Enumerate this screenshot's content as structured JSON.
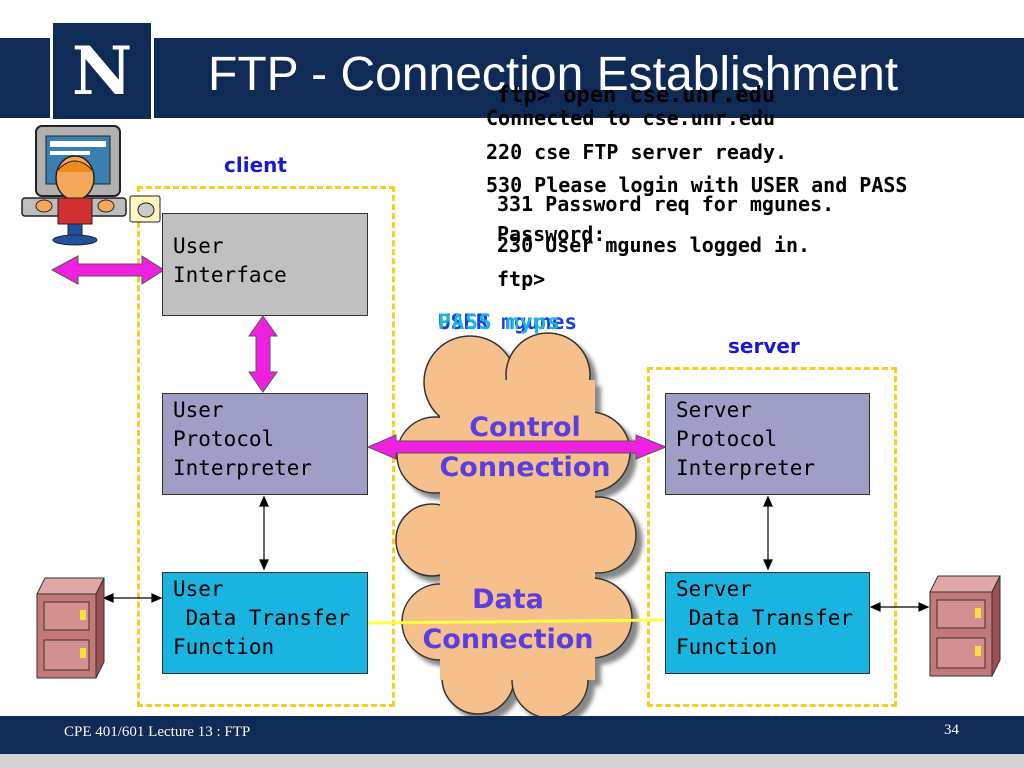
{
  "slide": {
    "title": "FTP - Connection Establishment",
    "logo_letter": "N",
    "footer": "CPE 401/601 Lecture 13 : FTP",
    "page_number": "34"
  },
  "labels": {
    "client": "client",
    "server": "server"
  },
  "client_boxes": {
    "ui": "User\nInterface",
    "pi": "User\nProtocol\nInterpreter",
    "dtf": "User\n Data Transfer\nFunction"
  },
  "server_boxes": {
    "pi": "Server\nProtocol\nInterpreter",
    "dtf": "Server\n Data Transfer\nFunction"
  },
  "cloud": {
    "control": "Control\nConnection",
    "data": "Data\nConnection"
  },
  "overlay_text": {
    "a": "USER mgunes",
    "b": "PASS myps"
  },
  "terminal": {
    "line1": "ftp> open cse.unr.edu",
    "line2": "Connected to cse.unr.edu",
    "line3": "220 cse FTP server ready.",
    "line4": "530 Please login with USER and PASS",
    "line5": "331 Password req for mgunes.",
    "line6": "Password:",
    "line7": "230 User mgunes logged in.",
    "line8": "ftp>"
  },
  "colors": {
    "banner": "#0f2a55",
    "dashed_border": "#f5d020",
    "arrow_magenta": "#f020e0",
    "data_line": "#ffff40",
    "ui_box": "#c0c0c0",
    "pi_box": "#9e9ec6",
    "dtf_box": "#1ab4e0",
    "cloud": "#f5c08c",
    "label_blue": "#1a18cc",
    "cloud_text": "#5a3ee0"
  },
  "icons": [
    "user-at-computer-icon",
    "file-cabinet-icon"
  ]
}
